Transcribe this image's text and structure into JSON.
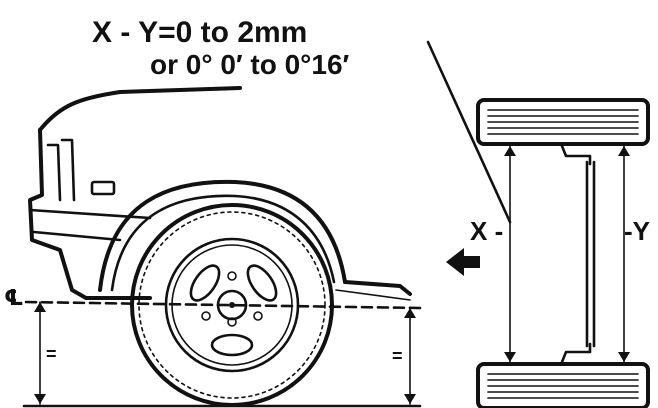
{
  "spec": {
    "line1": "X - Y=0  to 2mm",
    "line2": "or 0° 0′ to 0°16′"
  },
  "labels": {
    "x": "X -",
    "y": "-Y",
    "centerline": "℄",
    "equal_left": "=",
    "equal_right": "="
  },
  "icons": {
    "direction": "arrow-left-icon"
  }
}
